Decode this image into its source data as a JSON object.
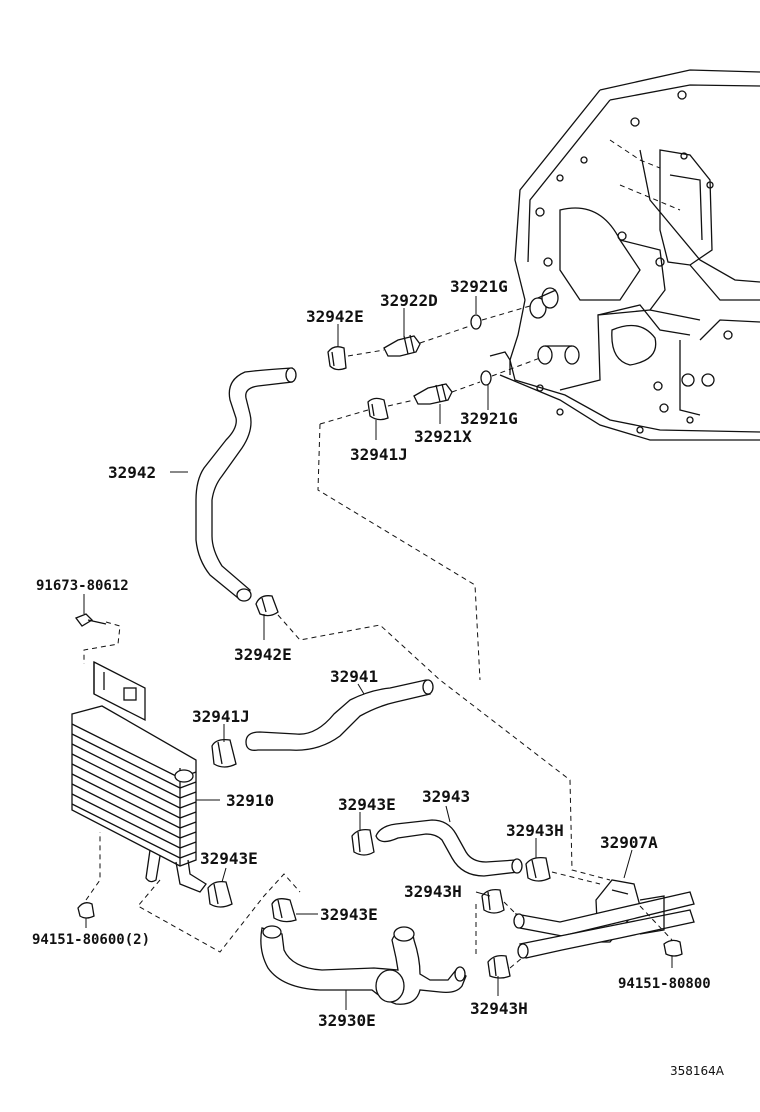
{
  "labels": {
    "p32921G_top": "32921G",
    "p32922D": "32922D",
    "p32942E_top": "32942E",
    "p32921G_bottom": "32921G",
    "p32921X": "32921X",
    "p32941J_top": "32941J",
    "p32942": "32942",
    "p91673": "91673-80612",
    "p32942E_mid": "32942E",
    "p32941": "32941",
    "p32941J_left": "32941J",
    "p32910": "32910",
    "p32943E_a": "32943E",
    "p32943": "32943",
    "p32943H_a": "32943H",
    "p32907A": "32907A",
    "p32943E_b": "32943E",
    "p32943H_b": "32943H",
    "p32943E_c": "32943E",
    "p94151_left": "94151-80600(2)",
    "p94151_right": "94151-80800",
    "p32930E": "32930E",
    "p32943H_c": "32943H"
  },
  "figure_id": "358164A"
}
